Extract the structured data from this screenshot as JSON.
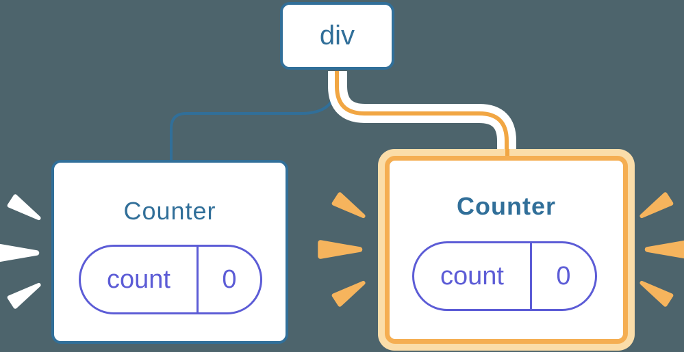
{
  "tree": {
    "root": {
      "label": "div"
    },
    "children": [
      {
        "title": "Counter",
        "state": {
          "name": "count",
          "value": "0"
        },
        "highlighted": false
      },
      {
        "title": "Counter",
        "state": {
          "name": "count",
          "value": "0"
        },
        "highlighted": true
      }
    ]
  },
  "colors": {
    "background": "#4D646C",
    "node_blue": "#316F99",
    "state_purple": "#5C5CD6",
    "connector_orange": "#F1A643",
    "highlight_border": "#F5AE52",
    "highlight_border_light": "#FBDDA9",
    "sparkle_orange": "#F6B45D",
    "sparkle_white": "#FFFFFF",
    "card_bg": "#FFFFFF"
  }
}
